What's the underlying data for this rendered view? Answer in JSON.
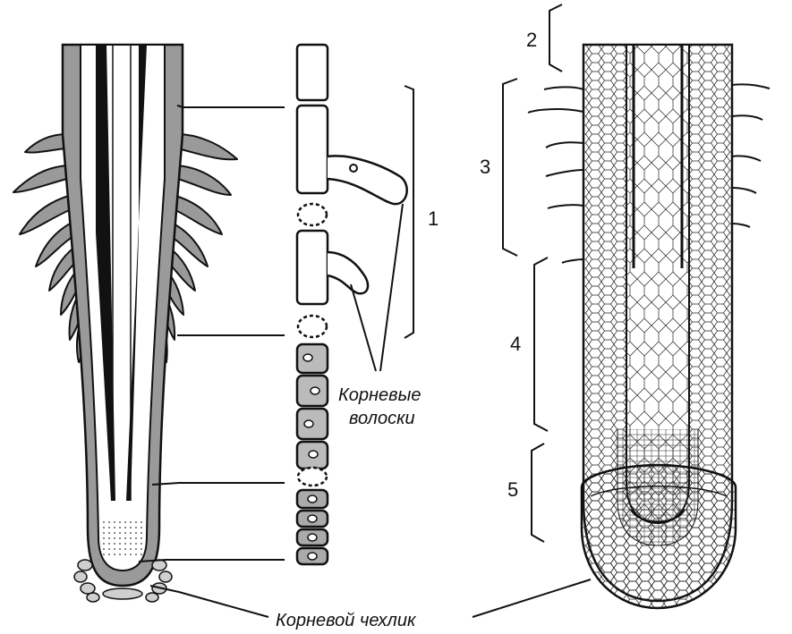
{
  "labels": {
    "n1": "1",
    "n2": "2",
    "n3": "3",
    "n4": "4",
    "n5": "5",
    "root_hairs_line1": "Корневые",
    "root_hairs_line2": "волоски",
    "root_cap": "Корневой чехлик"
  },
  "colors": {
    "ink": "#111111",
    "shade": "#9a9a9a",
    "light": "#cfcfcf",
    "paper": "#ffffff"
  }
}
